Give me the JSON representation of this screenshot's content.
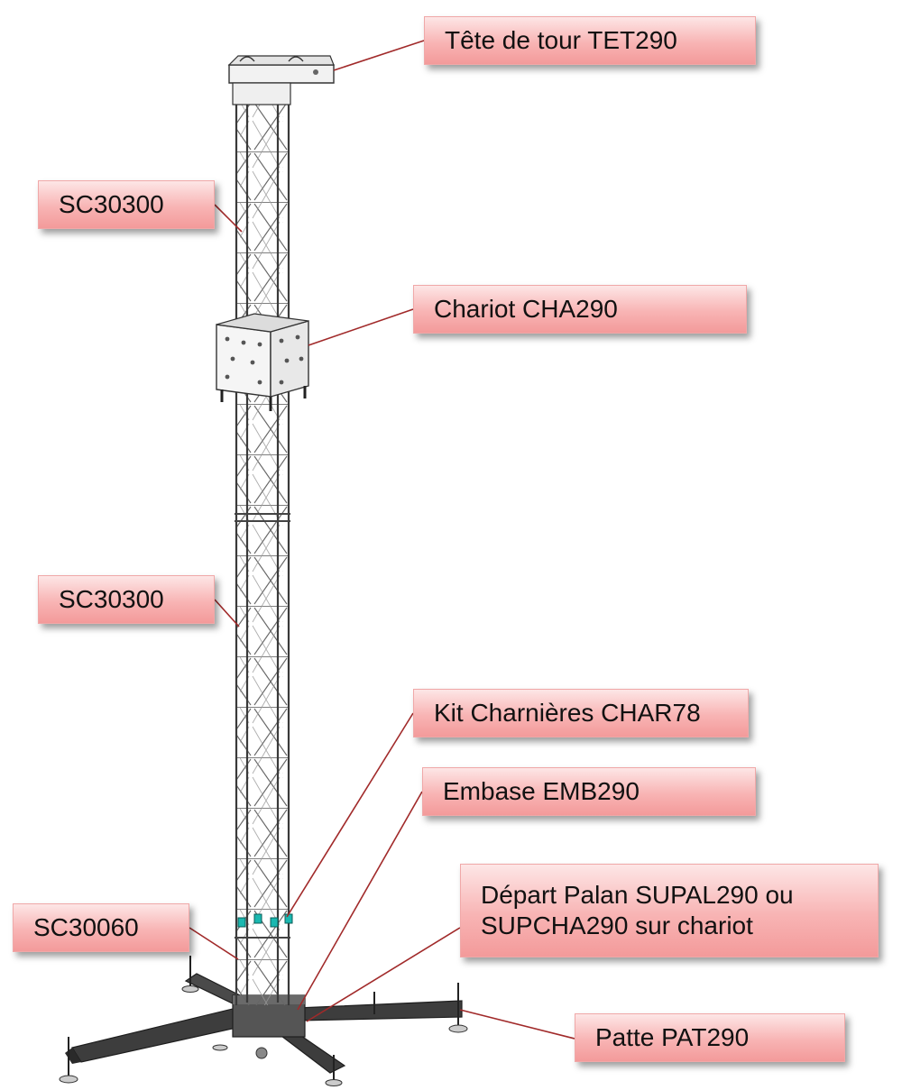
{
  "diagram": {
    "colors": {
      "leader_line": "#a12a2a",
      "label_fill_top": "#fde6e6",
      "label_fill_bottom": "#f39a9a",
      "truss": "#4a4a4a",
      "base_metal": "#3d3d3d",
      "clamp_accent": "#1ab8b0"
    },
    "labels": {
      "tete_de_tour": "Tête de tour TET290",
      "sc30300_upper": "SC30300",
      "chariot": "Chariot CHA290",
      "sc30300_lower": "SC30300",
      "kit_charnieres": "Kit Charnières CHAR78",
      "embase": "Embase EMB290",
      "sc30060": "SC30060",
      "depart_palan": "Départ Palan SUPAL290 ou\nSUPCHA290 sur chariot",
      "patte": "Patte PAT290"
    }
  }
}
